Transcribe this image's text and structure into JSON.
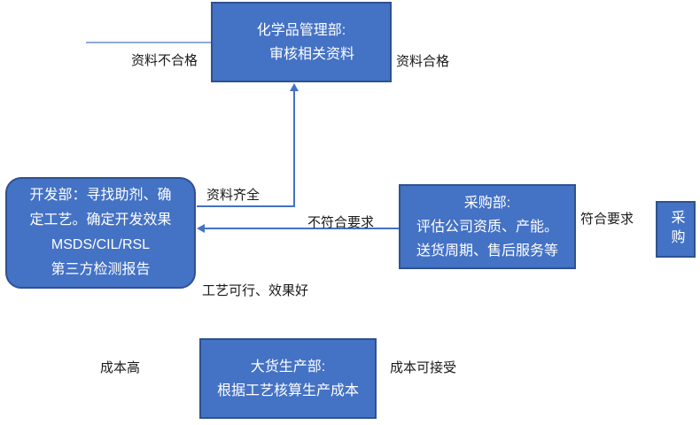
{
  "diagram": {
    "boxes": {
      "chemical": {
        "lines": [
          "化学品管理部:",
          "审核相关资料"
        ]
      },
      "development": {
        "lines": [
          "开发部：寻找助剂、确",
          "定工艺。确定开发效果",
          "MSDS/CIL/RSL",
          "第三方检测报告"
        ]
      },
      "procurement": {
        "lines": [
          "采购部:",
          "评估公司资质、产能。",
          "送货周期、售后服务等"
        ]
      },
      "purchase": {
        "label": "采购"
      },
      "production": {
        "lines": [
          "大货生产部:",
          "根据工艺核算生产成本"
        ]
      }
    },
    "labels": {
      "docs_unqualified": "资料不合格",
      "docs_qualified": "资料合格",
      "docs_complete": "资料齐全",
      "not_meet_requirements": "不符合要求",
      "meet_requirements": "符合要求",
      "process_feasible": "工艺可行、效果好",
      "cost_high": "成本高",
      "cost_acceptable": "成本可接受"
    },
    "colors": {
      "box_fill": "#4472C4",
      "box_border": "#2F528F",
      "connector": "#4472C4",
      "connector_light": "#8FAADC",
      "box_text": "#FFFFFF",
      "label_text": "#1A1A1A"
    }
  }
}
